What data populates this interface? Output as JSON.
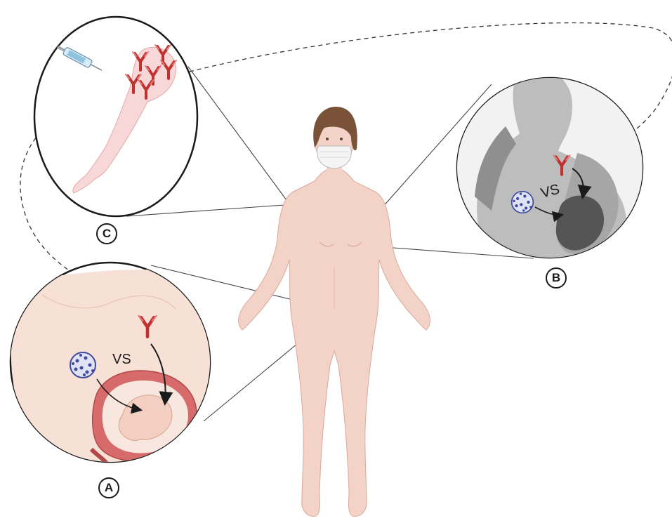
{
  "labels": {
    "a": "A",
    "b": "B",
    "c": "C"
  },
  "comparison_text": {
    "a": "VS",
    "b": "VS"
  },
  "colors": {
    "skin": "#f3d2c7",
    "skin_shade": "#e7b9ab",
    "antibody": "#c0312f",
    "virus": "#3f4a9c",
    "mask": "#f4f4f4",
    "hair": "#7a5237",
    "uterus": "#c24d4d",
    "gray_figure": "#9a9a9a"
  },
  "icons": [
    "syringe-icon",
    "antibody-icon",
    "virus-icon",
    "mask-icon"
  ]
}
